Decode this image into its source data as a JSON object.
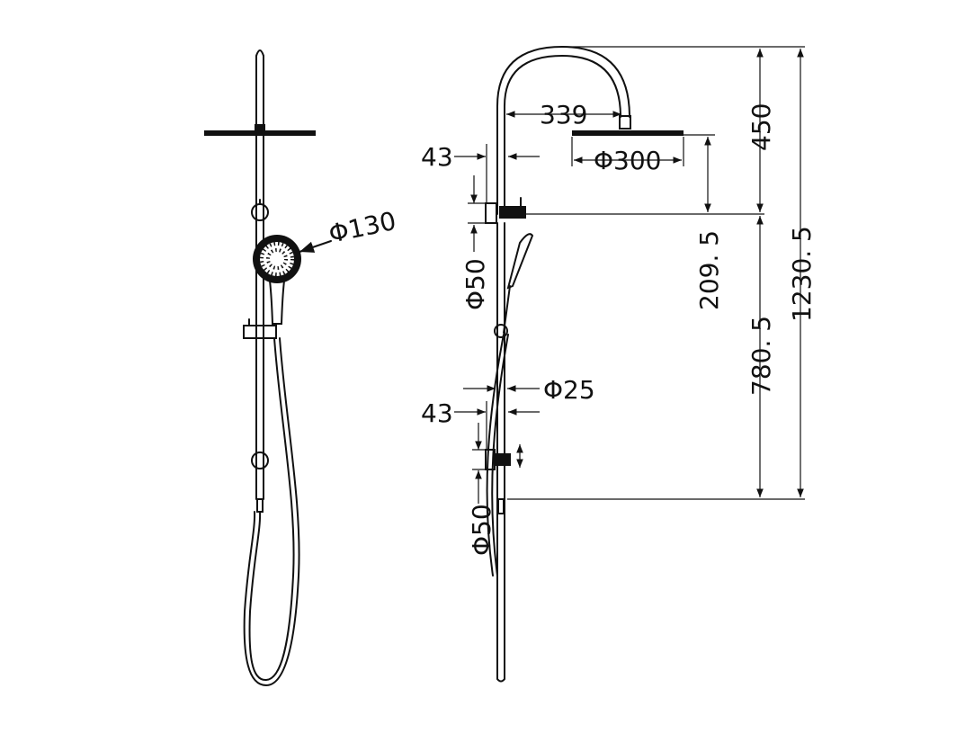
{
  "front_view": {
    "handshower_diameter": "Φ130"
  },
  "side_view": {
    "arm_reach": "339",
    "rose_diameter": "Φ300",
    "top_offset_left": "43",
    "top_bracket_diameter": "Φ50",
    "rail_diameter": "Φ25",
    "bottom_offset_left": "43",
    "bottom_bracket_diameter": "Φ50",
    "height_top_section": "450",
    "rose_drop": "209. 5",
    "bracket_spacing": "780. 5",
    "overall_height": "1230. 5"
  }
}
